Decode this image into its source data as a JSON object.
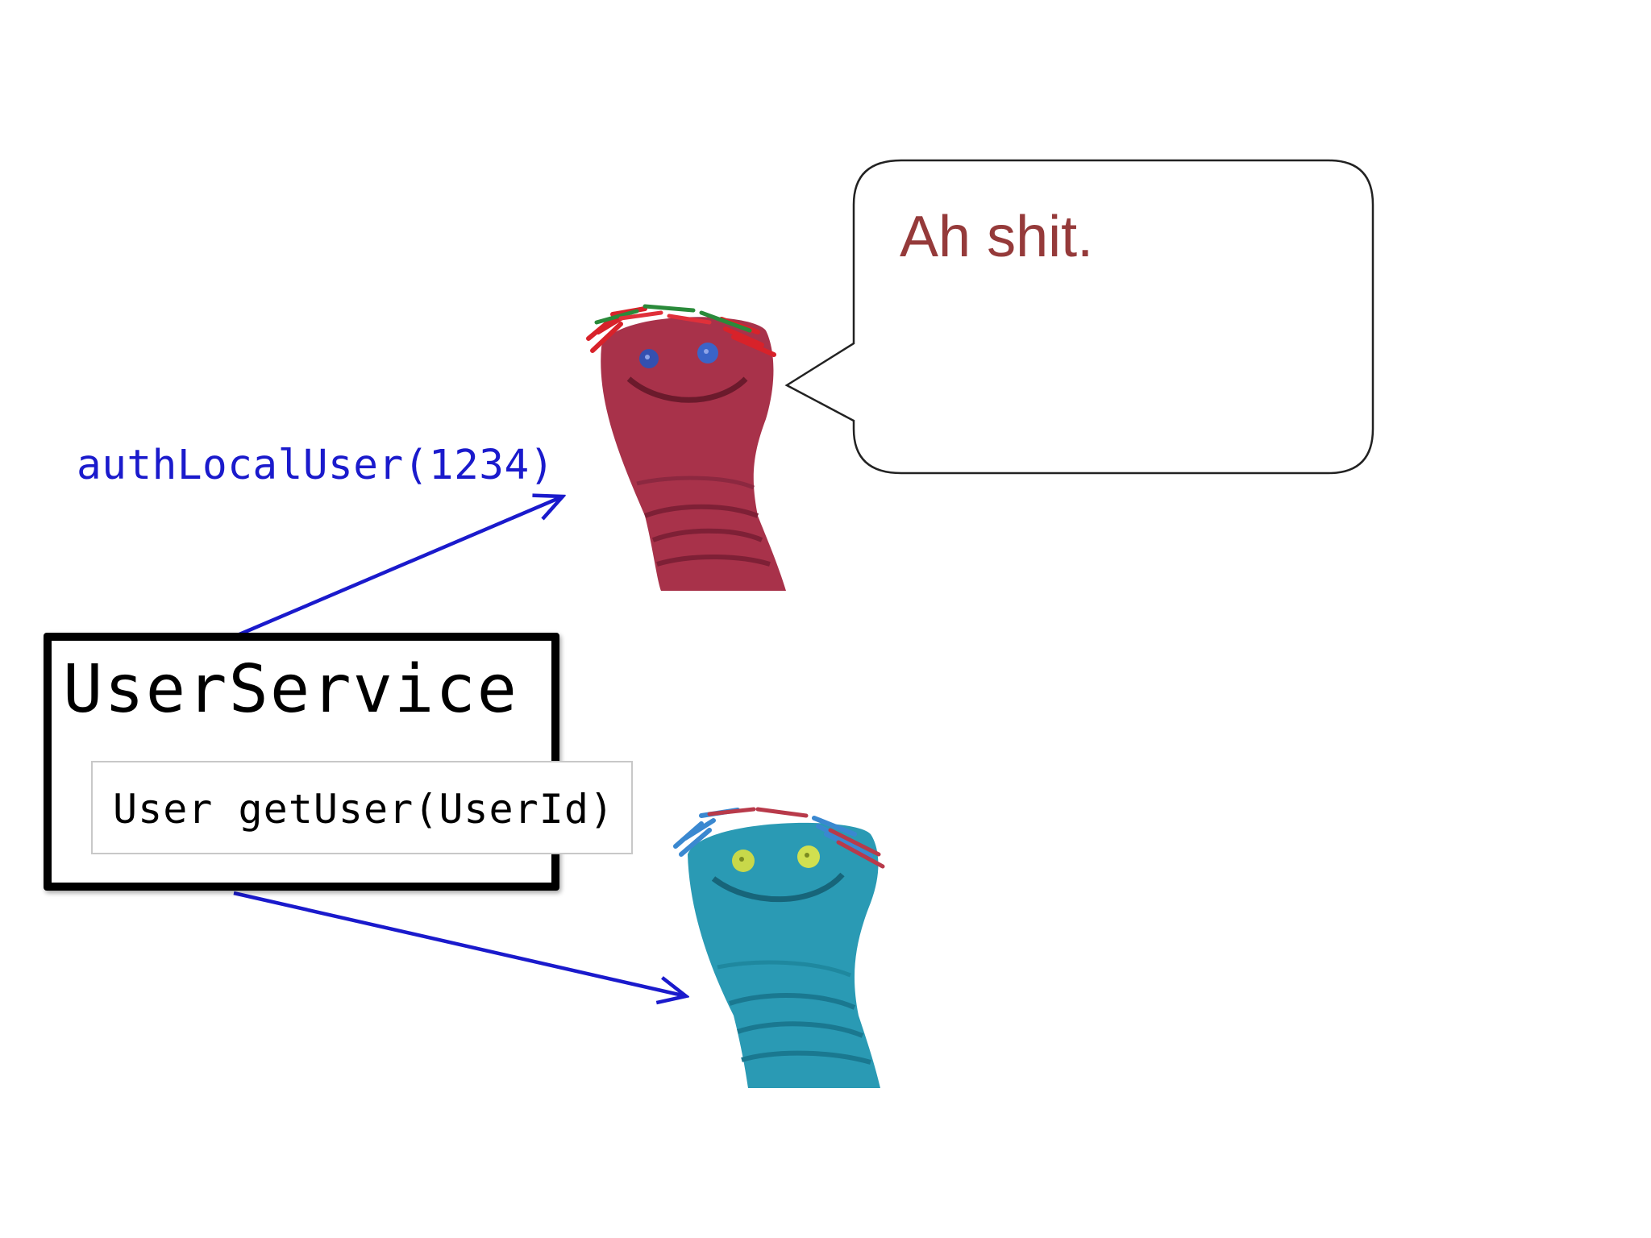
{
  "diagram": {
    "call_label": "authLocalUser(1234)",
    "service_title": "UserService",
    "method_label": "User getUser(UserId)",
    "speech_text": "Ah shit.",
    "colors": {
      "arrow": "#1a1acc",
      "speech_text": "#953a3a",
      "red_puppet": "#a8324a",
      "blue_puppet": "#2a9ab4"
    },
    "icons": [
      "red-sock-puppet-icon",
      "blue-sock-puppet-icon",
      "arrow-icon",
      "speech-bubble-icon"
    ]
  }
}
